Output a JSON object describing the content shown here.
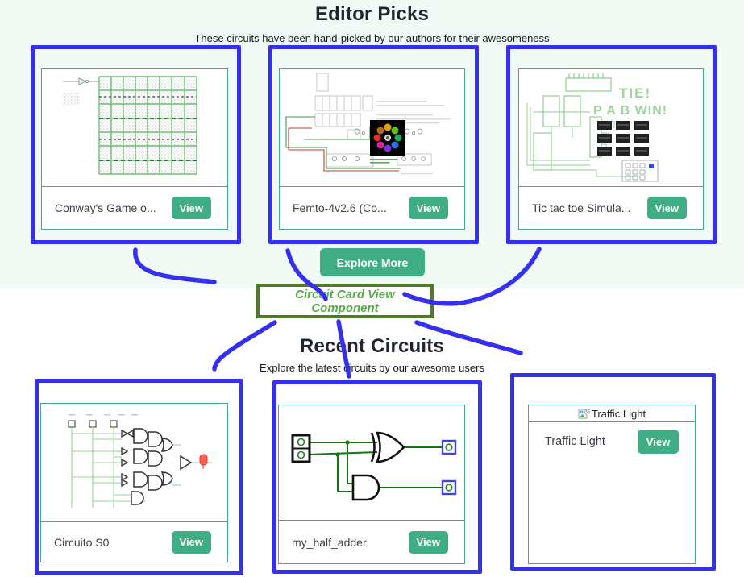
{
  "colors": {
    "annotation_blue": "#3530ef",
    "button_green": "#3fae84",
    "card_border_teal": "#44a78d",
    "component_box_border": "#4e7a2a",
    "component_box_text": "#55ab47",
    "background_mint": "#f1faf5"
  },
  "editor_picks": {
    "title": "Editor Picks",
    "subtitle": "These circuits have been hand-picked by our authors for their awesomeness",
    "explore_more_label": "Explore More",
    "cards": [
      {
        "title": "Conway's Game o...",
        "view_label": "View",
        "thumbnail": "conways-game-of-life-grid"
      },
      {
        "title": "Femto-4v2.6 (Co...",
        "view_label": "View",
        "thumbnail": "femto-4-cpu-schematic"
      },
      {
        "title": "Tic tac toe Simula...",
        "view_label": "View",
        "thumbnail": "tic-tac-toe-circuit",
        "thumb_text_line1": "TIE!",
        "thumb_text_line2": "P A B WIN!"
      }
    ]
  },
  "annotation": {
    "label": "Circuit Card View Component"
  },
  "recent_circuits": {
    "title": "Recent Circuits",
    "subtitle": "Explore the latest circuits by our awesome users",
    "cards": [
      {
        "title": "Circuito S0",
        "view_label": "View",
        "thumbnail": "logic-gates-led-circuit"
      },
      {
        "title": "my_half_adder",
        "view_label": "View",
        "thumbnail": "half-adder-circuit"
      },
      {
        "title": "Traffic Light",
        "view_label": "View",
        "image_alt": "Traffic Light"
      }
    ]
  }
}
